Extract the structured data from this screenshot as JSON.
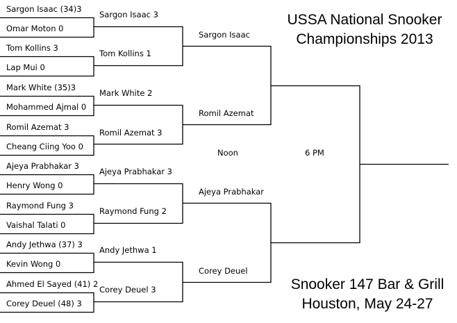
{
  "title": {
    "line1": "USSA National Snooker",
    "line2": "Championships 2013"
  },
  "venue": {
    "line1": "Snooker 147 Bar & Grill",
    "line2": "Houston, May 24-27"
  },
  "times": {
    "noon": "Noon",
    "evening": "6 PM"
  },
  "round1": [
    "Sargon Isaac (34)3",
    "Omar Moton 0",
    "Tom Kollins 3",
    "Lap Mui 0",
    "Mark White (35)3",
    "Mohammed Ajmal 0",
    "Romil Azemat 3",
    "Cheang Ciing Yoo 0",
    "Ajeya Prabhakar 3",
    "Henry Wong 0",
    "Raymond Fung 3",
    "Vaishal Talati 0",
    "Andy Jethwa (37) 3",
    "Kevin Wong 0",
    "Ahmed El Sayed (41) 2",
    "Corey Deuel (48) 3"
  ],
  "round2": [
    "Sargon Isaac 3",
    "Tom Kollins 1",
    "Mark White 2",
    "Romil Azemat 3",
    "Ajeya Prabhakar 3",
    "Raymond Fung 2",
    "Andy Jethwa 1",
    "Corey Deuel 3"
  ],
  "round3": [
    "Sargon Isaac",
    "Romil Azemat",
    "Ajeya Prabhakar",
    "Corey Deuel"
  ]
}
